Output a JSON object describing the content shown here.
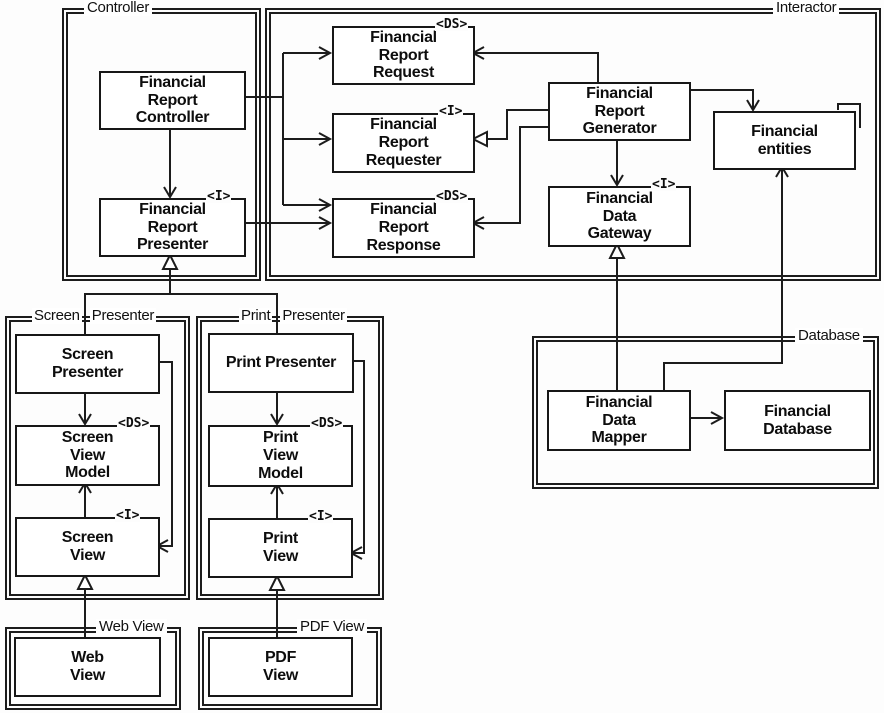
{
  "style": {
    "ink": "#1c1c1c",
    "background": "#fdfdfd"
  },
  "groups": {
    "controller": {
      "title": "Controller"
    },
    "interactor": {
      "title": "Interactor"
    },
    "screen_presenter": {
      "title_word1": "Screen",
      "title_word2": "Presenter"
    },
    "print_presenter": {
      "title_word1": "Print",
      "title_word2": "Presenter"
    },
    "web_view": {
      "title": "Web View"
    },
    "pdf_view": {
      "title": "PDF View"
    },
    "database": {
      "title": "Database"
    }
  },
  "boxes": {
    "frc": {
      "label": "Financial\nReport\nController"
    },
    "frp": {
      "label": "Financial\nReport\nPresenter",
      "tag": "<I>"
    },
    "frreq": {
      "label": "Financial\nReport\nRequest",
      "tag": "<DS>"
    },
    "frreqr": {
      "label": "Financial\nReport\nRequester",
      "tag": "<I>"
    },
    "frresp": {
      "label": "Financial\nReport\nResponse",
      "tag": "<DS>"
    },
    "frg": {
      "label": "Financial\nReport\nGenerator"
    },
    "fdg": {
      "label": "Financial\nData\nGateway",
      "tag": "<I>"
    },
    "fe": {
      "label": "Financial\nentities"
    },
    "sp": {
      "label": "Screen\nPresenter"
    },
    "svm": {
      "label": "Screen\nView\nModel",
      "tag": "<DS>"
    },
    "sv": {
      "label": "Screen\nView",
      "tag": "<I>"
    },
    "pp": {
      "label": "Print Presenter"
    },
    "pvm": {
      "label": "Print\nView\nModel",
      "tag": "<DS>"
    },
    "pv": {
      "label": "Print\nView",
      "tag": "<I>"
    },
    "wv": {
      "label": "Web\nView"
    },
    "pdfv": {
      "label": "PDF\nView"
    },
    "fdm": {
      "label": "Financial\nData\nMapper"
    },
    "fdb": {
      "label": "Financial\nDatabase"
    }
  },
  "edges": [
    {
      "from": "Financial Report Controller",
      "to": "Financial Report Presenter",
      "kind": "arrow"
    },
    {
      "from": "Financial Report Controller",
      "to": "Financial Report Request",
      "kind": "arrow"
    },
    {
      "from": "Financial Report Controller",
      "to": "Financial Report Requester",
      "kind": "arrow"
    },
    {
      "from": "Financial Report Controller",
      "to": "Financial Report Response",
      "kind": "arrow"
    },
    {
      "from": "Financial Report Presenter",
      "to": "Financial Report Response",
      "kind": "arrow"
    },
    {
      "from": "Financial Report Generator",
      "to": "Financial Report Request",
      "kind": "arrow"
    },
    {
      "from": "Financial Report Generator",
      "to": "Financial Report Requester",
      "kind": "inheritance"
    },
    {
      "from": "Financial Report Generator",
      "to": "Financial Report Response",
      "kind": "arrow"
    },
    {
      "from": "Financial Report Generator",
      "to": "Financial Data Gateway",
      "kind": "arrow"
    },
    {
      "from": "Financial Report Generator",
      "to": "Financial entities",
      "kind": "arrow"
    },
    {
      "from": "Financial Data Mapper",
      "to": "Financial Data Gateway",
      "kind": "inheritance"
    },
    {
      "from": "Financial Data Mapper",
      "to": "Financial entities",
      "kind": "arrow"
    },
    {
      "from": "Financial Data Mapper",
      "to": "Financial Database",
      "kind": "arrow"
    },
    {
      "from": "Screen Presenter",
      "to": "Financial Report Presenter",
      "kind": "inheritance"
    },
    {
      "from": "Print Presenter",
      "to": "Financial Report Presenter",
      "kind": "inheritance"
    },
    {
      "from": "Screen Presenter",
      "to": "Screen View Model",
      "kind": "arrow"
    },
    {
      "from": "Screen View",
      "to": "Screen View Model",
      "kind": "arrow"
    },
    {
      "from": "Screen Presenter",
      "to": "Screen View",
      "kind": "arrow"
    },
    {
      "from": "Print Presenter",
      "to": "Print View Model",
      "kind": "arrow"
    },
    {
      "from": "Print View",
      "to": "Print View Model",
      "kind": "arrow"
    },
    {
      "from": "Print Presenter",
      "to": "Print View",
      "kind": "arrow"
    },
    {
      "from": "Web View",
      "to": "Screen View",
      "kind": "inheritance"
    },
    {
      "from": "PDF View",
      "to": "Print View",
      "kind": "inheritance"
    }
  ]
}
